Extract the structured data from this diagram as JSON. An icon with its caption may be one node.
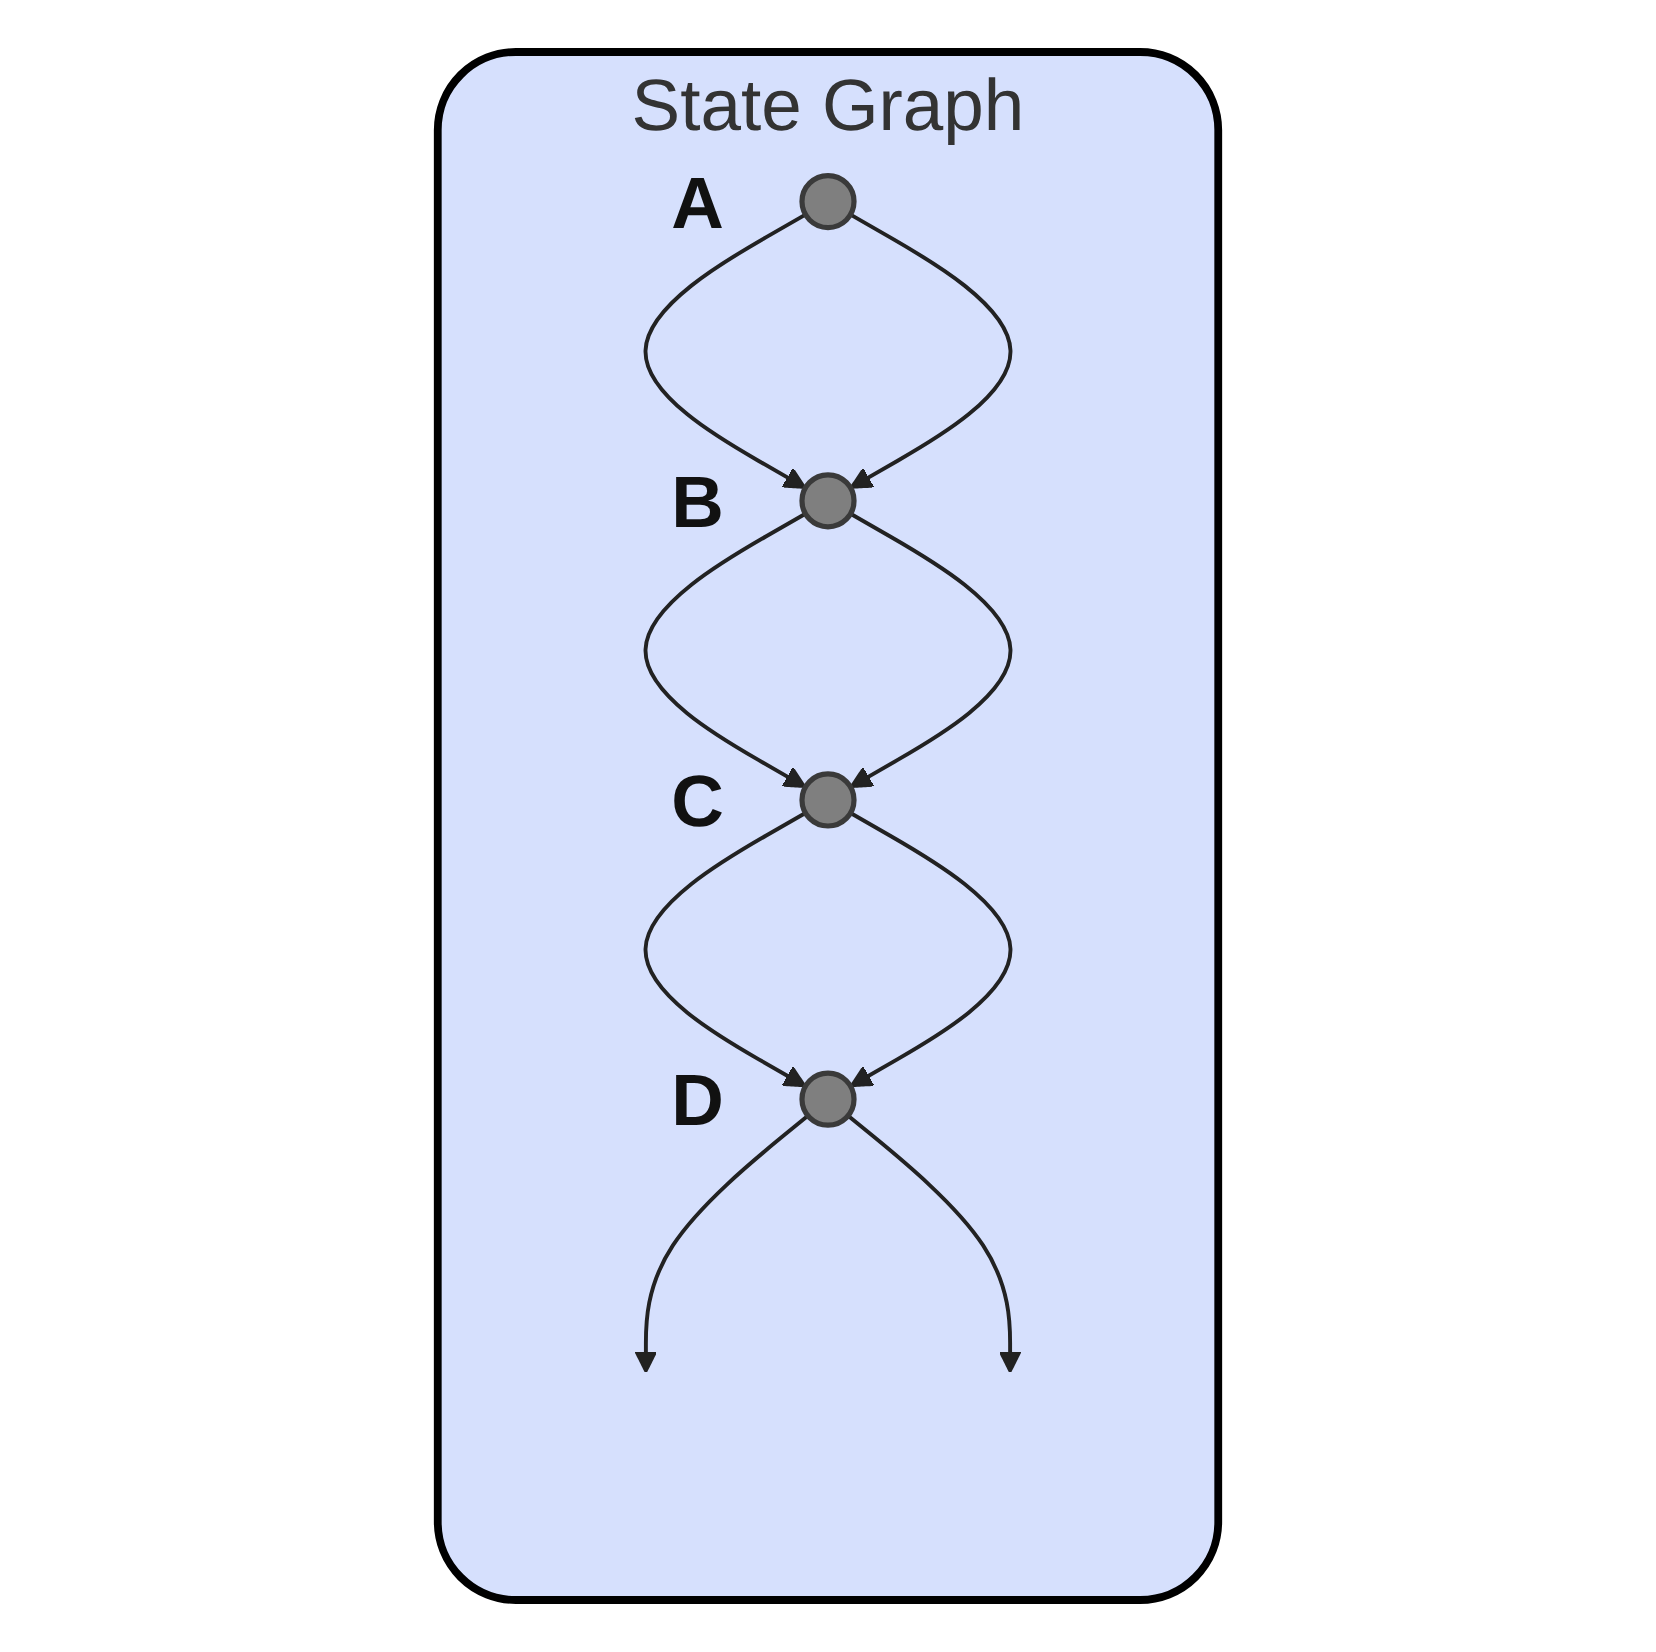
{
  "diagram": {
    "nodes": [
      {
        "text": [
          "State Graph"
        ]
      },
      {
        "text": [],
        "shape": "circle",
        "in": 0,
        "beside": [
          "A"
        ]
      },
      {
        "text": [],
        "shape": "circle",
        "in": 0,
        "beside": [
          "B"
        ]
      },
      {
        "text": [],
        "shape": "circle",
        "in": 0,
        "beside": [
          "C"
        ]
      },
      {
        "text": [],
        "shape": "circle",
        "in": 0,
        "beside": [
          "D"
        ]
      }
    ],
    "edges": [
      {
        "from": 1,
        "to": 2,
        "arrow": "to"
      },
      {
        "from": 1,
        "to": 2,
        "arrow": "to"
      },
      {
        "from": 2,
        "to": 3,
        "arrow": "to"
      },
      {
        "from": 2,
        "to": 3,
        "arrow": "to"
      },
      {
        "from": 3,
        "to": 4,
        "arrow": "to"
      },
      {
        "from": 3,
        "to": 4,
        "arrow": "to"
      },
      {
        "from": 4,
        "to": null,
        "arrow": "to"
      },
      {
        "from": 4,
        "to": null,
        "arrow": "to"
      }
    ]
  }
}
